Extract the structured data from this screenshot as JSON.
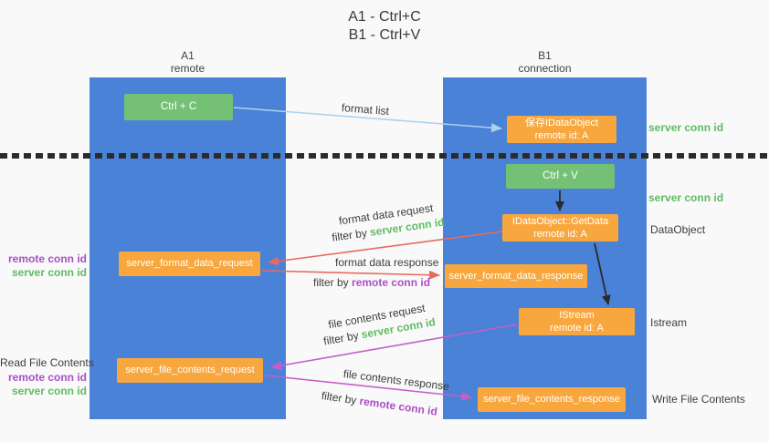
{
  "title": {
    "line1": "A1 - Ctrl+C",
    "line2": "B1 - Ctrl+V"
  },
  "lanes": {
    "left": {
      "name": "A1",
      "role": "remote"
    },
    "right": {
      "name": "B1",
      "role": "connection"
    }
  },
  "boxes": {
    "ctrl_c": {
      "label": "Ctrl + C"
    },
    "ctrl_v": {
      "label": "Ctrl + V"
    },
    "save_dataobject": {
      "line1": "保存IDataObject",
      "line2": "remote id: A"
    },
    "getdata": {
      "line1": "IDataObject::GetData",
      "line2": "remote id: A"
    },
    "istream": {
      "line1": "IStream",
      "line2": "remote id: A"
    },
    "server_format_data_request": {
      "label": "server_format_data_request"
    },
    "server_format_data_response": {
      "label": "server_format_data_response"
    },
    "server_file_contents_request": {
      "label": "server_file_contents_request"
    },
    "server_file_contents_response": {
      "label": "server_file_contents_response"
    }
  },
  "arrows": {
    "format_list": {
      "label": "format list"
    },
    "format_data_request": {
      "label": "format data request",
      "filter_by": "filter by",
      "filter_value": "server conn id"
    },
    "format_data_response": {
      "label": "format data response",
      "filter_by": "filter by",
      "filter_value": "remote conn id"
    },
    "file_contents_request": {
      "label": "file contents request",
      "filter_by": "filter by",
      "filter_value": "server conn id"
    },
    "file_contents_response": {
      "label": "file contents response",
      "filter_by": "filter by",
      "filter_value": "remote conn id"
    }
  },
  "side_labels": {
    "right": {
      "server_conn_id_top": "server conn id",
      "server_conn_id_mid": "server conn id",
      "dataobject": "DataObject",
      "istream": "Istream",
      "write_file_contents": "Write File Contents"
    },
    "left": {
      "remote_conn_id_1": "remote conn id",
      "server_conn_id_1": "server conn id",
      "read_file_contents": "Read File Contents",
      "remote_conn_id_2": "remote conn id",
      "server_conn_id_2": "server conn id"
    }
  },
  "colors": {
    "lane_blue": "#4a82d8",
    "box_green": "#74c175",
    "box_orange": "#f8a73e",
    "green_text": "#5fbb63",
    "purple_text": "#a950c5",
    "arrow_red": "#e96a5e",
    "arrow_magenta": "#c45ec9",
    "arrow_lightblue": "#a9d2ee",
    "arrow_black": "#2b2b2b"
  }
}
